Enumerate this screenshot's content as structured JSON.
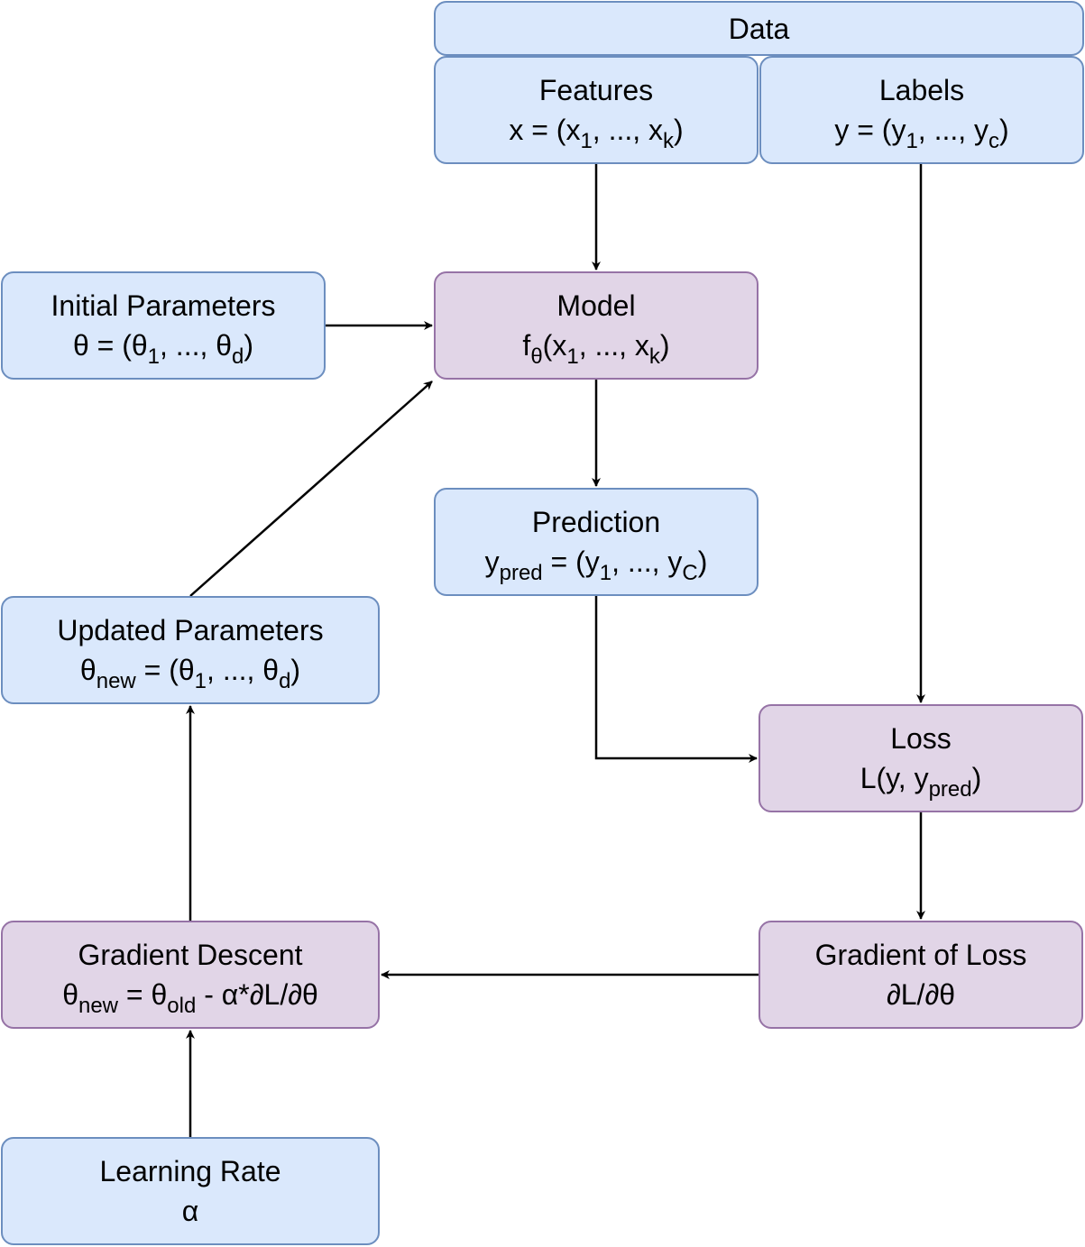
{
  "colors": {
    "blue_fill": "#dae8fc",
    "blue_stroke": "#6c8ebf",
    "purple_fill": "#e1d5e7",
    "purple_stroke": "#9673a6"
  },
  "nodes": {
    "data": {
      "lines": [
        [
          {
            "t": "Data"
          }
        ]
      ]
    },
    "features": {
      "lines": [
        [
          {
            "t": "Features"
          }
        ],
        [
          {
            "t": "x = (x"
          },
          {
            "t": "1",
            "sub": true
          },
          {
            "t": ", ..., x"
          },
          {
            "t": "k",
            "sub": true
          },
          {
            "t": ")"
          }
        ]
      ]
    },
    "labels": {
      "lines": [
        [
          {
            "t": "Labels"
          }
        ],
        [
          {
            "t": "y = (y"
          },
          {
            "t": "1",
            "sub": true
          },
          {
            "t": ", ..., y"
          },
          {
            "t": "c",
            "sub": true
          },
          {
            "t": ")"
          }
        ]
      ]
    },
    "initial_parameters": {
      "lines": [
        [
          {
            "t": "Initial Parameters"
          }
        ],
        [
          {
            "t": "θ = (θ"
          },
          {
            "t": "1",
            "sub": true
          },
          {
            "t": ", ..., θ"
          },
          {
            "t": "d",
            "sub": true
          },
          {
            "t": ")"
          }
        ]
      ]
    },
    "model": {
      "lines": [
        [
          {
            "t": "Model"
          }
        ],
        [
          {
            "t": "f"
          },
          {
            "t": "θ",
            "sub": true
          },
          {
            "t": "(x"
          },
          {
            "t": "1",
            "sub": true
          },
          {
            "t": ", ..., x"
          },
          {
            "t": "k",
            "sub": true
          },
          {
            "t": ")"
          }
        ]
      ]
    },
    "prediction": {
      "lines": [
        [
          {
            "t": "Prediction"
          }
        ],
        [
          {
            "t": "y"
          },
          {
            "t": "pred",
            "sub": true
          },
          {
            "t": " = (y"
          },
          {
            "t": "1",
            "sub": true
          },
          {
            "t": ", ..., y"
          },
          {
            "t": "C",
            "sub": true
          },
          {
            "t": ")"
          }
        ]
      ]
    },
    "updated_parameters": {
      "lines": [
        [
          {
            "t": "Updated Parameters"
          }
        ],
        [
          {
            "t": "θ"
          },
          {
            "t": "new",
            "sub": true
          },
          {
            "t": " = (θ"
          },
          {
            "t": "1",
            "sub": true
          },
          {
            "t": ", ..., θ"
          },
          {
            "t": "d",
            "sub": true
          },
          {
            "t": ")"
          }
        ]
      ]
    },
    "loss": {
      "lines": [
        [
          {
            "t": "Loss"
          }
        ],
        [
          {
            "t": "L(y, y"
          },
          {
            "t": "pred",
            "sub": true
          },
          {
            "t": ")"
          }
        ]
      ]
    },
    "gradient_descent": {
      "lines": [
        [
          {
            "t": "Gradient Descent"
          }
        ],
        [
          {
            "t": "θ"
          },
          {
            "t": "new",
            "sub": true
          },
          {
            "t": " = θ"
          },
          {
            "t": "old",
            "sub": true
          },
          {
            "t": " - α*∂L/∂θ"
          }
        ]
      ]
    },
    "gradient_of_loss": {
      "lines": [
        [
          {
            "t": "Gradient of Loss"
          }
        ],
        [
          {
            "t": "∂L/∂θ"
          }
        ]
      ]
    },
    "learning_rate": {
      "lines": [
        [
          {
            "t": "Learning Rate"
          }
        ],
        [
          {
            "t": "α"
          }
        ]
      ]
    }
  },
  "edges": [
    {
      "from": "features",
      "to": "model"
    },
    {
      "from": "initial_parameters",
      "to": "model"
    },
    {
      "from": "updated_parameters",
      "to": "model"
    },
    {
      "from": "model",
      "to": "prediction"
    },
    {
      "from": "prediction",
      "to": "loss"
    },
    {
      "from": "labels",
      "to": "loss"
    },
    {
      "from": "loss",
      "to": "gradient_of_loss"
    },
    {
      "from": "gradient_of_loss",
      "to": "gradient_descent"
    },
    {
      "from": "gradient_descent",
      "to": "updated_parameters"
    },
    {
      "from": "learning_rate",
      "to": "gradient_descent"
    }
  ]
}
